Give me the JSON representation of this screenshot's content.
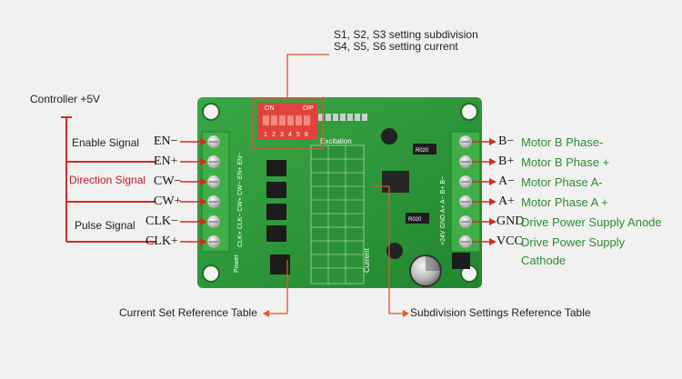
{
  "header": {
    "line1": "S1, S2, S3 setting subdivision",
    "line2": "S4, S5, S6 setting current"
  },
  "controller_label": "Controller +5V",
  "left_labels": {
    "enable": "Enable Signal",
    "direction": "Direction Signal",
    "pulse": "Pulse Signal"
  },
  "left_pins": [
    "EN−",
    "EN+",
    "CW−",
    "CW+",
    "CLK−",
    "CLK+"
  ],
  "right_pins": [
    "B−",
    "B+",
    "A−",
    "A+",
    "GND",
    "VCC"
  ],
  "right_labels": [
    "Motor B Phase-",
    "Motor B Phase +",
    "Motor Phase A-",
    "Motor Phase A +",
    "Drive Power Supply Anode",
    "Drive Power Supply",
    "Cathode"
  ],
  "bottom_labels": {
    "current_table": "Current Set Reference Table",
    "subdivision_table": "Subdivision Settings Reference Table"
  },
  "board_text": {
    "dip_on": "ON",
    "dip_dip": "DIP",
    "dip_numbers": [
      "1",
      "2",
      "3",
      "4",
      "5",
      "6"
    ],
    "excitation": "Excitation",
    "current": "Current",
    "power": "Power",
    "r020_a": "R020",
    "r020_b": "R020",
    "left_header_pins": "CLK+ CLK− CW+ CW− EN+ EN−",
    "right_header_pins": "+24V GND A+ A− B+ B−"
  },
  "colors": {
    "board_green": "#2f9a3c",
    "accent_red": "#d42a23",
    "label_green": "#2f8a35",
    "dip_red": "#e0433b"
  }
}
